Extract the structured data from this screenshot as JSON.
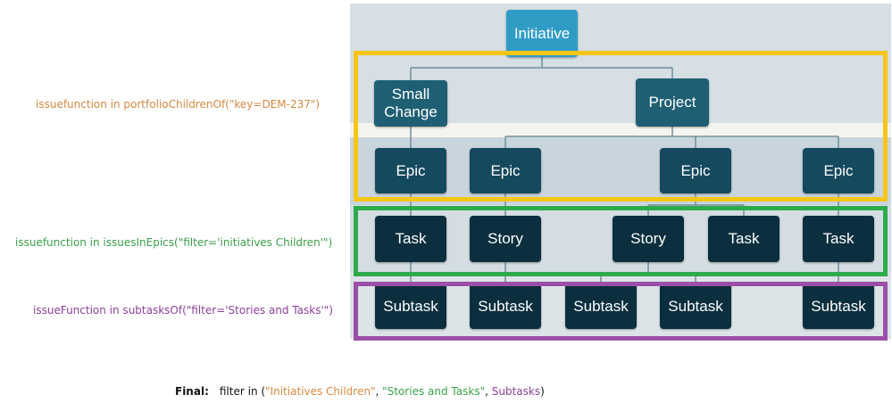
{
  "queries": [
    {
      "text": "issuefunction  in portfolioChildrenOf(\"key=DEM-237\")",
      "color": "#d8893f"
    },
    {
      "text": "issuefunction  in issuesInEpics(\"filter='initiatives Children'\")",
      "color": "#3aa04a"
    },
    {
      "text": "issueFunction  in subtasksOf(\"filter='Stories and Tasks'\")",
      "color": "#8a3f98"
    }
  ],
  "tree": {
    "root": "Initiative",
    "level1": [
      "Small Change",
      "Project"
    ],
    "epics": [
      "Epic",
      "Epic",
      "Epic",
      "Epic"
    ],
    "issues": [
      "Task",
      "Story",
      "Story",
      "Task",
      "Task"
    ],
    "subtasks": [
      "Subtask",
      "Subtask",
      "Subtask",
      "Subtask",
      "Subtask"
    ]
  },
  "final": {
    "label": "Final:",
    "prefix": "filter in (",
    "part1": "\"Initiatives Children\"",
    "sep1": ", ",
    "part2": "\"Stories and Tasks\"",
    "sep2": ", ",
    "part3": "Subtasks",
    "suffix": ")"
  },
  "colors": {
    "yellow_frame": "#f5c518",
    "green_frame": "#2eab4a",
    "purple_frame": "#9b4fa8",
    "node_root": "#2f9cc6",
    "node_dark": "#0b2f3e"
  }
}
